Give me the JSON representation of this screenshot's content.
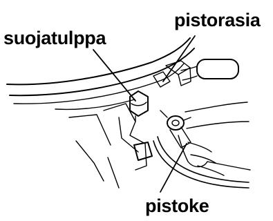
{
  "labels": {
    "pistorasia": "pistorasia",
    "suojatulppa": "suojatulppa",
    "pistoke": "pistoke"
  },
  "colors": {
    "ink": "#000000",
    "background": "#ffffff"
  }
}
